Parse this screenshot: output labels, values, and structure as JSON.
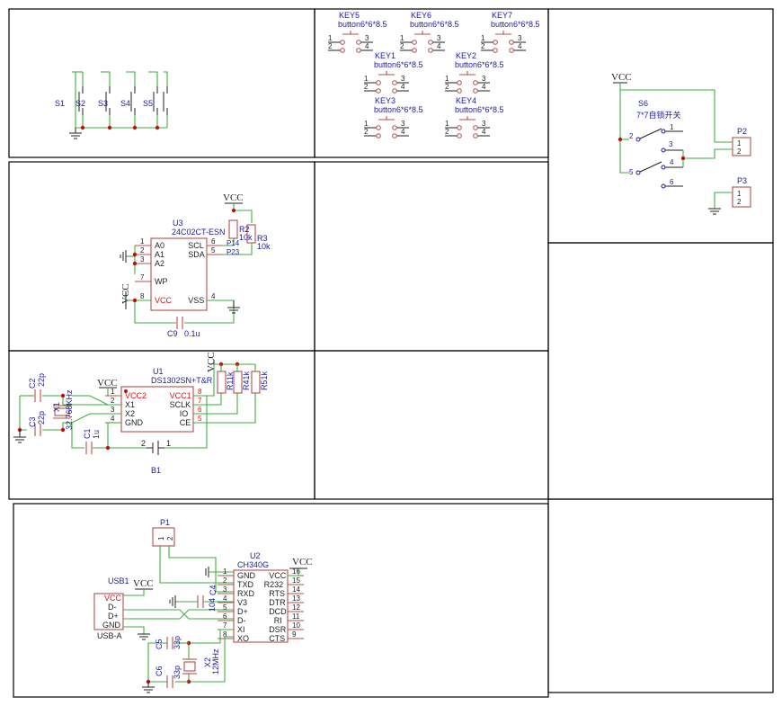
{
  "colors": {
    "wire": "#3fae3f",
    "component": "#b0504a",
    "label": "#1a1aa8",
    "power": "#e01010",
    "junction": "#c0100a",
    "border": "#000000"
  },
  "power": {
    "vcc": "VCC"
  },
  "panel1": {
    "switches": [
      "S1",
      "S2",
      "S3",
      "S4",
      "S5"
    ]
  },
  "panel2": {
    "keys": [
      {
        "name": "KEY5",
        "type": "button6*6*8.5"
      },
      {
        "name": "KEY6",
        "type": "button6*6*8.5"
      },
      {
        "name": "KEY7",
        "type": "button6*6*8.5"
      },
      {
        "name": "KEY1",
        "type": "button6*6*8.5"
      },
      {
        "name": "KEY2",
        "type": "button6*6*8.5"
      },
      {
        "name": "KEY3",
        "type": "button6*6*8.5"
      },
      {
        "name": "KEY4",
        "type": "button6*6*8.5"
      }
    ],
    "pins": [
      "1",
      "2",
      "3",
      "4"
    ]
  },
  "panel3": {
    "switch_ref": "S6",
    "switch_type": "7*7自锁开关",
    "pins": [
      "1",
      "2",
      "3",
      "4",
      "5",
      "6"
    ],
    "p2": "P2",
    "p3": "P3",
    "conn_pins": [
      "1",
      "2"
    ]
  },
  "eeprom": {
    "ref": "U3",
    "part": "24C02CT-ESN",
    "left_pins": [
      {
        "num": "1",
        "name": "A0"
      },
      {
        "num": "2",
        "name": "A1"
      },
      {
        "num": "3",
        "name": "A2"
      },
      {
        "num": "7",
        "name": "WP"
      },
      {
        "num": "8",
        "name": "VCC"
      }
    ],
    "right_pins": [
      {
        "num": "6",
        "name": "SCL"
      },
      {
        "num": "5",
        "name": "SDA"
      },
      {
        "num": "4",
        "name": "VSS"
      }
    ],
    "net1": "P14",
    "net2": "P23",
    "r2": "R2",
    "r2v": "10k",
    "r3": "R3",
    "r3v": "10k",
    "cap": "C9",
    "capv": "0.1u"
  },
  "rtc": {
    "ref": "U1",
    "part": "DS1302SN+T&R",
    "left_pins": [
      {
        "num": "1",
        "name": "VCC2"
      },
      {
        "num": "2",
        "name": "X1"
      },
      {
        "num": "3",
        "name": "X2"
      },
      {
        "num": "4",
        "name": "GND"
      }
    ],
    "right_pins": [
      {
        "num": "8",
        "name": "VCC1"
      },
      {
        "num": "7",
        "name": "SCLK"
      },
      {
        "num": "6",
        "name": "IO"
      },
      {
        "num": "5",
        "name": "CE"
      }
    ],
    "c2": "C2",
    "c2v": "22p",
    "c3": "C3",
    "c3v": "22p",
    "x1": "X1",
    "x1v": "32.768KHz",
    "c1": "C1",
    "c1v": "1u",
    "b1": "B1",
    "b1pin2": "2",
    "b1pin1": "1",
    "r1": "R11k",
    "r4": "R41k",
    "r5": "R51k"
  },
  "usb": {
    "p1": "P1",
    "p1pins": [
      "1",
      "2"
    ],
    "usb_ref": "USB1",
    "usb_type": "USB-A",
    "usb_pins": [
      "VCC",
      "D-",
      "D+",
      "GND"
    ],
    "ref": "U2",
    "part": "CH340G",
    "left_pins": [
      {
        "num": "1",
        "name": "GND"
      },
      {
        "num": "2",
        "name": "TXD"
      },
      {
        "num": "3",
        "name": "RXD"
      },
      {
        "num": "4",
        "name": "V3"
      },
      {
        "num": "5",
        "name": "D+"
      },
      {
        "num": "6",
        "name": "D-"
      },
      {
        "num": "7",
        "name": "XI"
      },
      {
        "num": "8",
        "name": "XO"
      }
    ],
    "right_pins": [
      {
        "num": "16",
        "name": "VCC"
      },
      {
        "num": "15",
        "name": "R232"
      },
      {
        "num": "14",
        "name": "RTS"
      },
      {
        "num": "13",
        "name": "DTR"
      },
      {
        "num": "12",
        "name": "DCD"
      },
      {
        "num": "11",
        "name": "RI"
      },
      {
        "num": "10",
        "name": "DSR"
      },
      {
        "num": "9",
        "name": "CTS"
      }
    ],
    "c4": "C4",
    "c4v": "104",
    "c5": "C5",
    "c5v": "33p",
    "c6": "C6",
    "c6v": "33p",
    "x2": "X2",
    "x2v": "12MHz"
  }
}
